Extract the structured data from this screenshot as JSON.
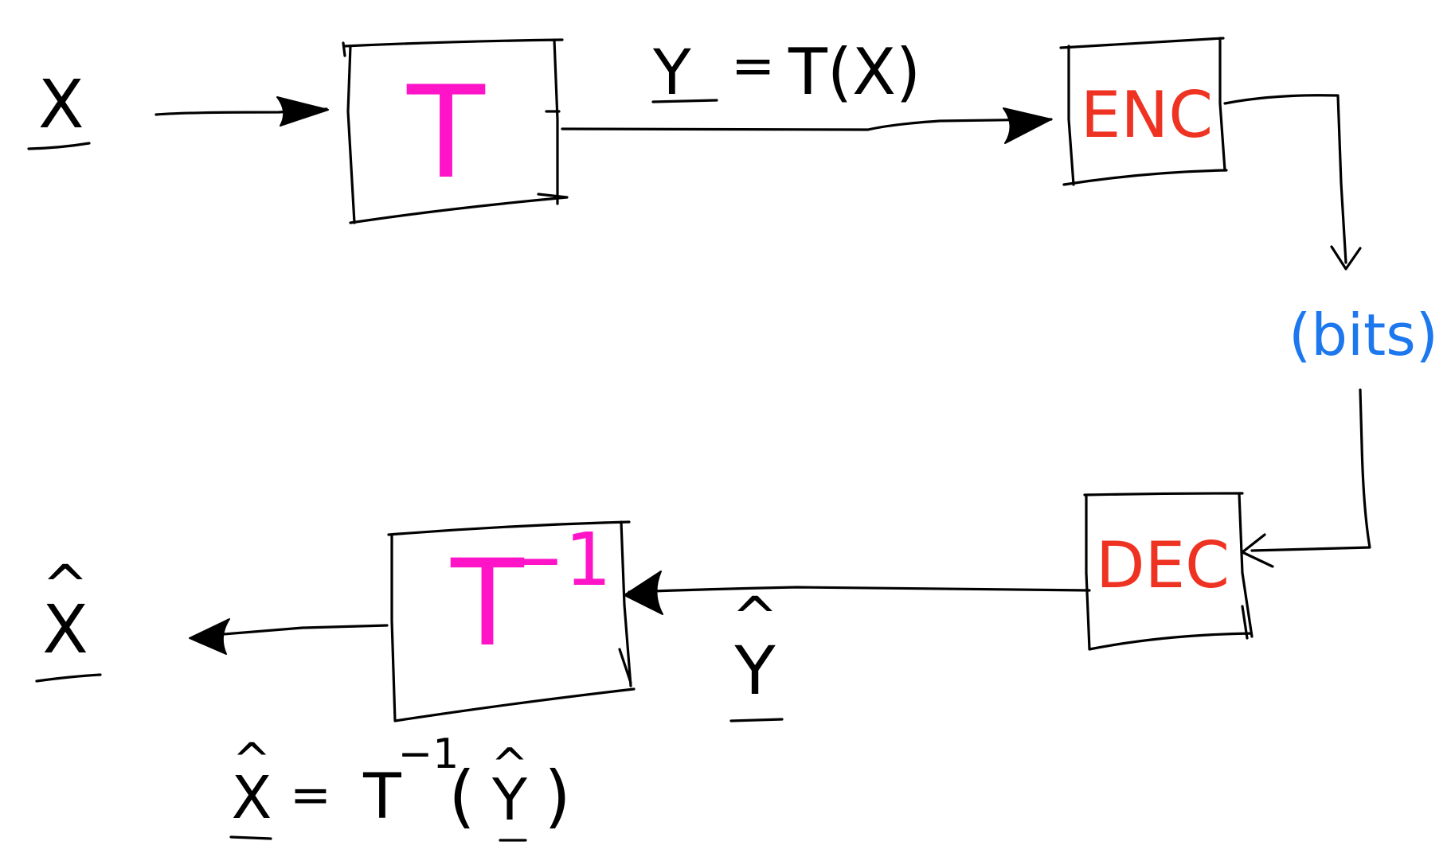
{
  "colors": {
    "ink": "#000000",
    "transform": "#ff14c8",
    "codec": "#ee3322",
    "bits": "#1d78ee",
    "background": "#ffffff"
  },
  "input": {
    "symbol": "X"
  },
  "blocks": {
    "transform": {
      "label": "T"
    },
    "encoder": {
      "label": "ENC"
    },
    "decoder": {
      "label": "DEC"
    },
    "inverse": {
      "label": "T",
      "superscript": "−1"
    }
  },
  "labels": {
    "y_eq": {
      "lhs": "Y",
      "eq": "=",
      "rhs": "T(X)"
    },
    "bits": "(bits)",
    "y_hat": {
      "symbol": "Y",
      "hat": "^"
    },
    "x_hat": {
      "symbol": "X",
      "hat": "^"
    },
    "x_hat_eq": {
      "lhs": "X",
      "eq": "=",
      "fn": "T",
      "sup": "−1",
      "arg": "Y",
      "open": "(",
      "close": ")"
    }
  }
}
